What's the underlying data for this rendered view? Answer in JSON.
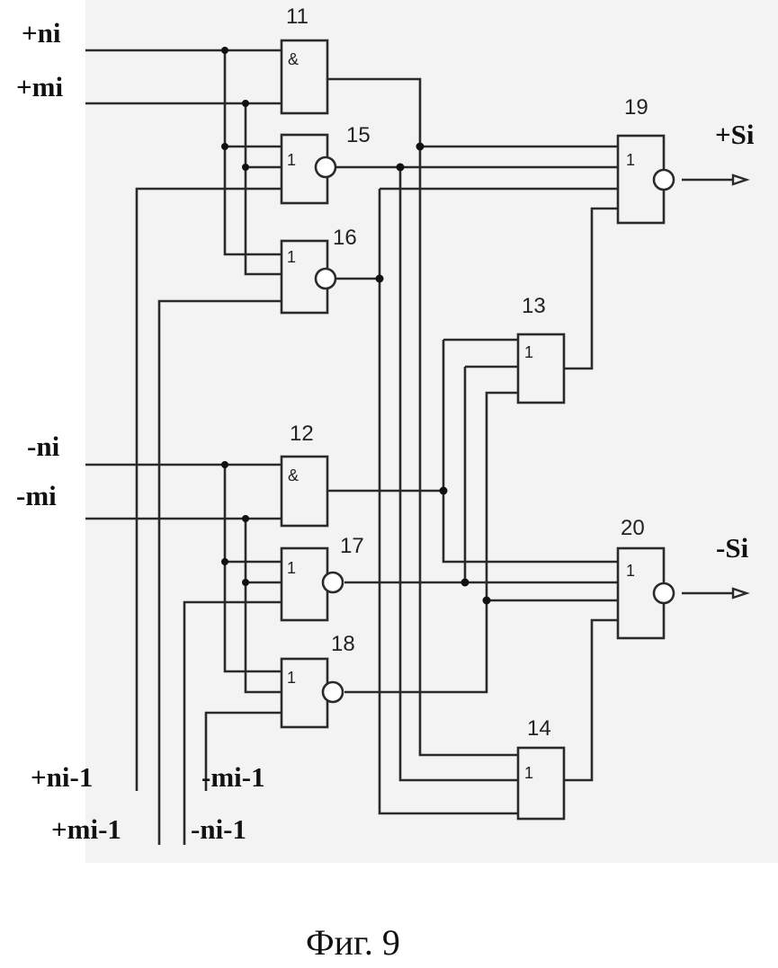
{
  "figure": {
    "caption": "Фиг. 9"
  },
  "input_labels": {
    "p_n_i": "+ni",
    "p_m_i": "+mi",
    "m_n_i": "-ni",
    "m_m_i": "-mi",
    "p_n_i1": "+ni-1",
    "p_m_i1": "+mi-1",
    "m_m_i1": "-mi-1",
    "m_n_i1": "-ni-1"
  },
  "output_labels": {
    "plus_s": "+Si",
    "minus_s": "-Si"
  },
  "gates": [
    {
      "id": "11",
      "symbol": "&",
      "type": "AND"
    },
    {
      "id": "15",
      "symbol": "1",
      "type": "NOR"
    },
    {
      "id": "16",
      "symbol": "1",
      "type": "NOR"
    },
    {
      "id": "12",
      "symbol": "&",
      "type": "AND"
    },
    {
      "id": "17",
      "symbol": "1",
      "type": "NOR"
    },
    {
      "id": "18",
      "symbol": "1",
      "type": "NOR"
    },
    {
      "id": "13",
      "symbol": "1",
      "type": "OR"
    },
    {
      "id": "14",
      "symbol": "1",
      "type": "OR"
    },
    {
      "id": "19",
      "symbol": "1",
      "type": "NOR"
    },
    {
      "id": "20",
      "symbol": "1",
      "type": "NOR"
    }
  ]
}
